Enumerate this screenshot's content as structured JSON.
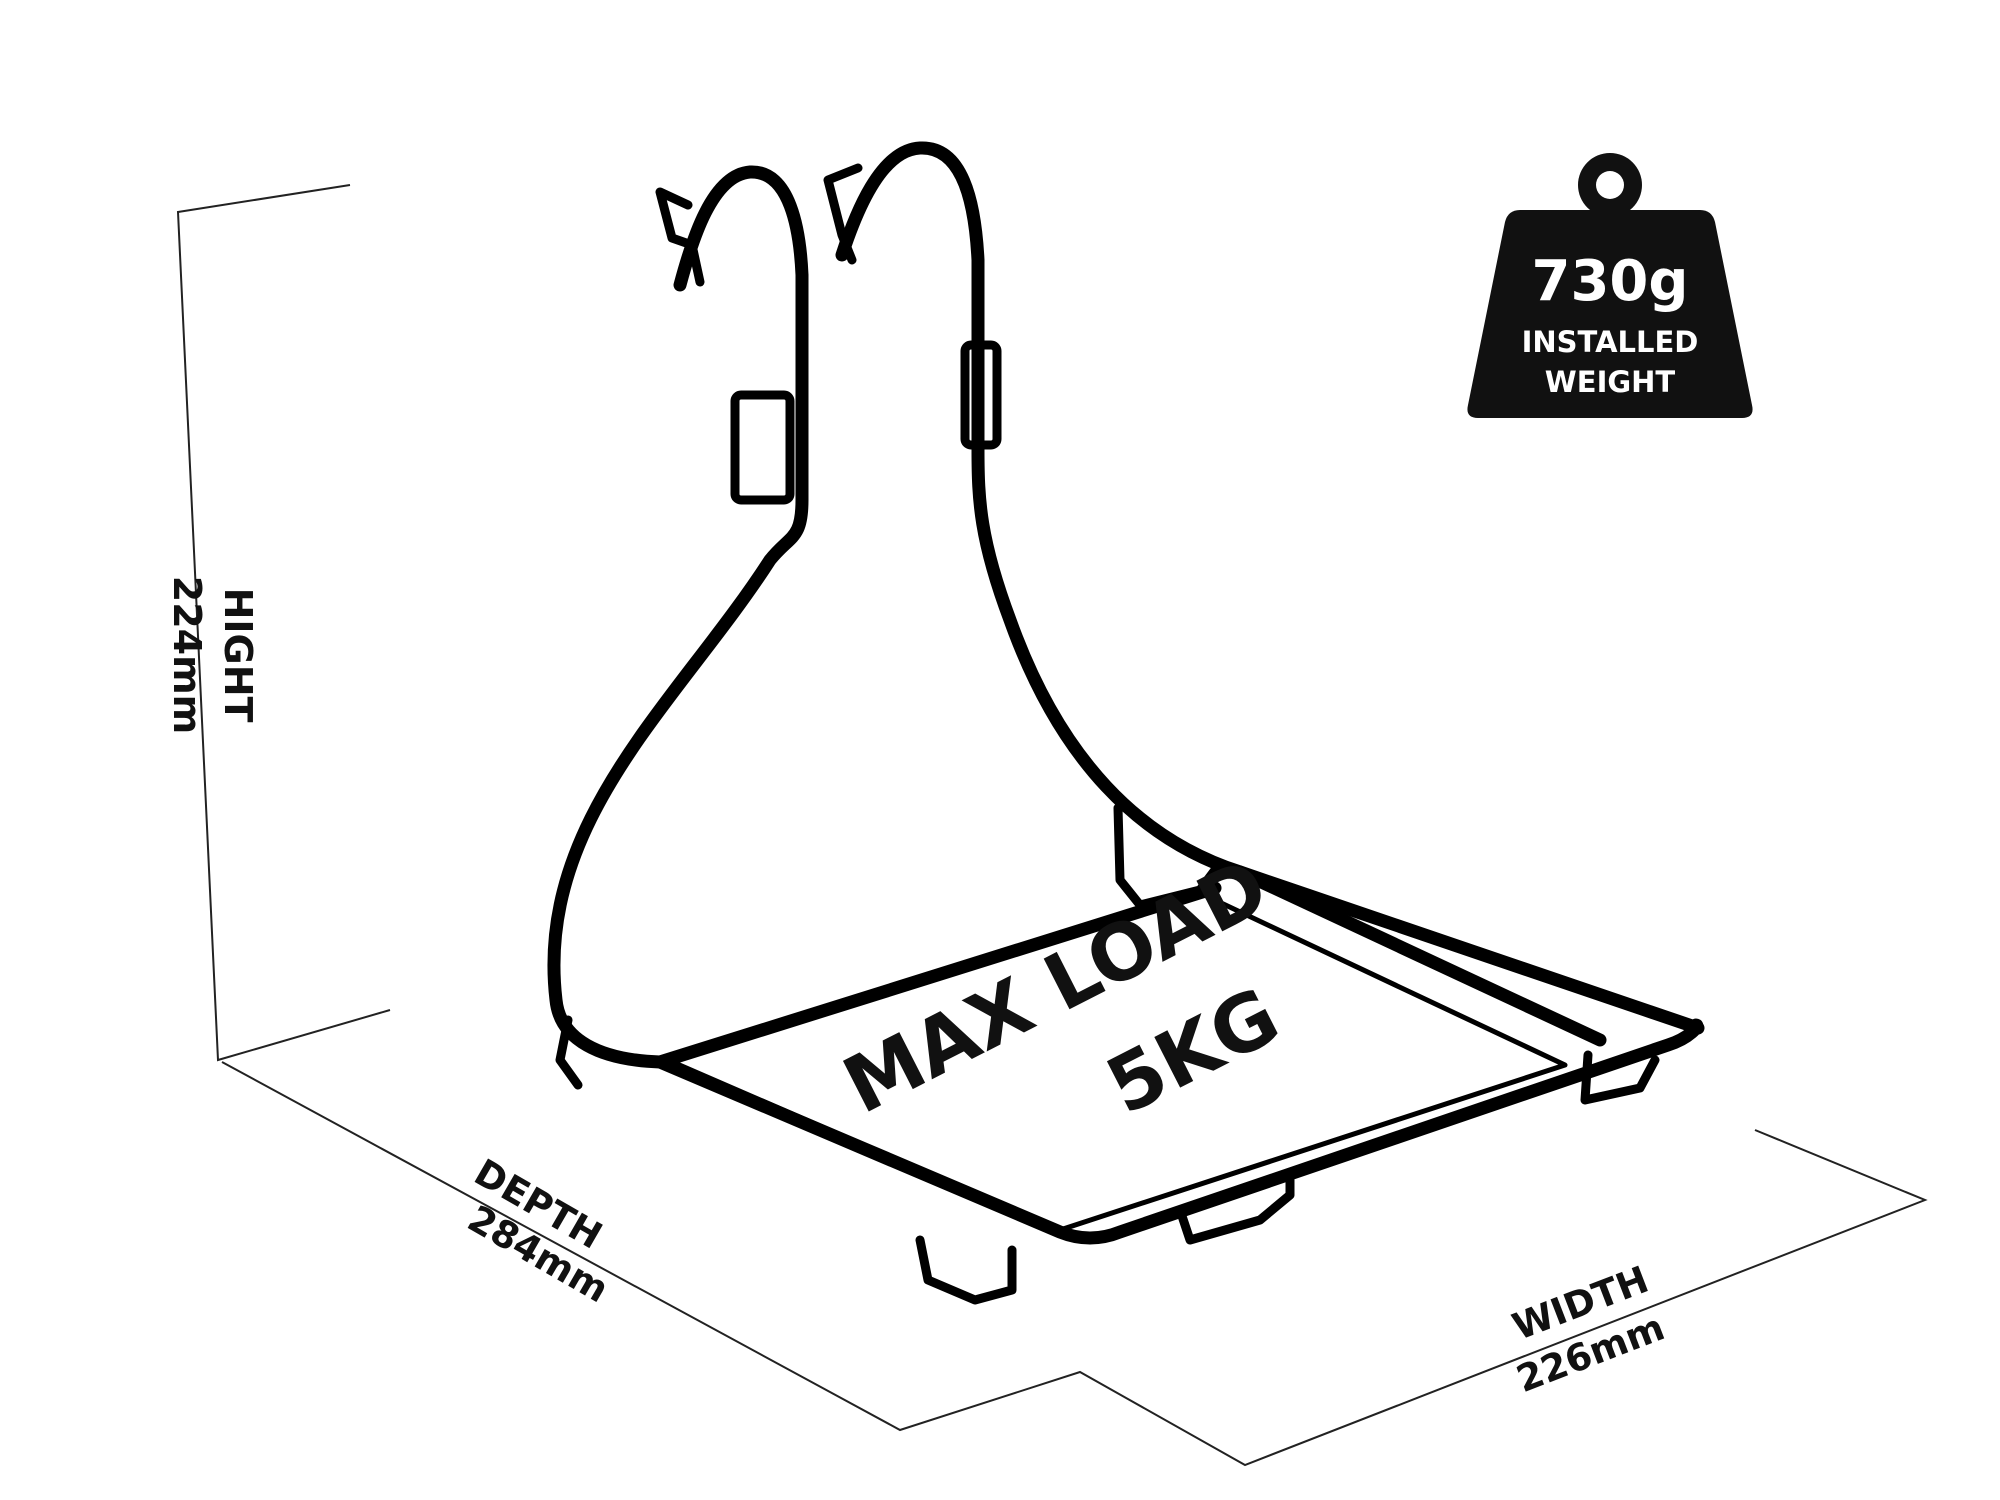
{
  "dimensions": {
    "height_label": "HIGHT",
    "height_value": "224mm",
    "depth_label": "DEPTH",
    "depth_value": "284mm",
    "width_label": "WIDTH",
    "width_value": "226mm"
  },
  "platform": {
    "line1": "MAX LOAD",
    "line2": "5KG"
  },
  "weight_badge": {
    "value": "730g",
    "line1": "INSTALLED",
    "line2": "WEIGHT"
  },
  "colors": {
    "outline": "#000000",
    "badge_fill": "#111111",
    "badge_text": "#ffffff",
    "background": "#ffffff"
  },
  "icons": [
    "weight-icon"
  ]
}
